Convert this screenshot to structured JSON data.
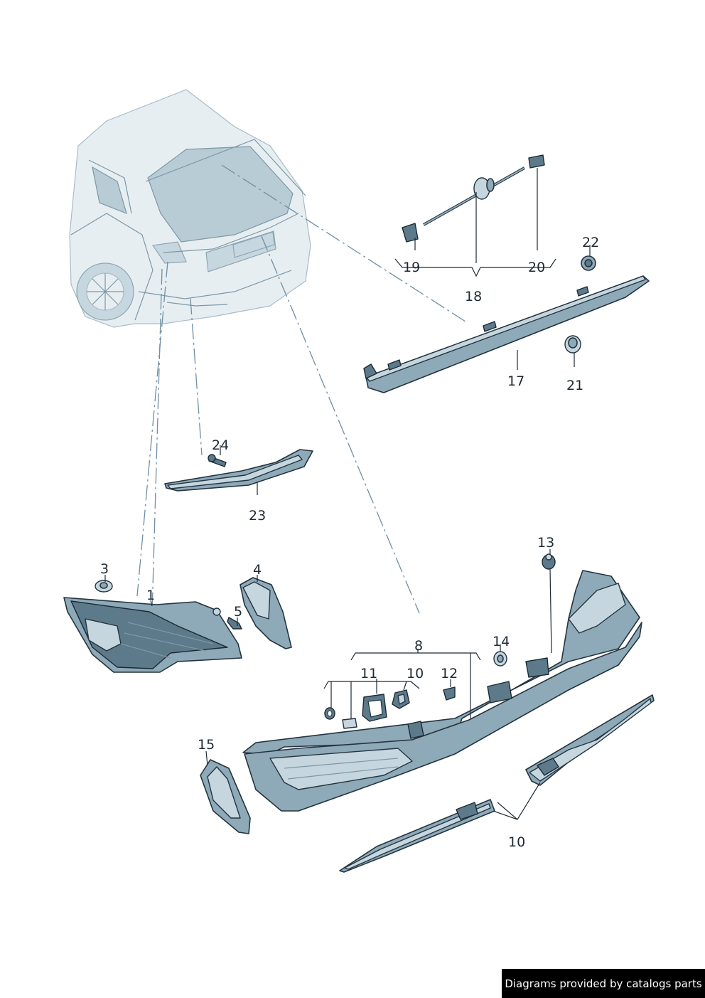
{
  "callouts": {
    "c1": "1",
    "c3": "3",
    "c4": "4",
    "c5": "5",
    "c8": "8",
    "c10a": "10",
    "c10b": "10",
    "c11": "11",
    "c12": "12",
    "c13": "13",
    "c14": "14",
    "c15": "15",
    "c17": "17",
    "c18": "18",
    "c19": "19",
    "c20": "20",
    "c21": "21",
    "c22": "22",
    "c23": "23",
    "c24": "24"
  },
  "footer": {
    "credit": "Diagrams provided by catalogs parts"
  },
  "colors": {
    "part_fill": "#8ea9b8",
    "outline": "#23343f",
    "car_body": "#e7eef2",
    "leader_dash": "#6f8fa3"
  }
}
